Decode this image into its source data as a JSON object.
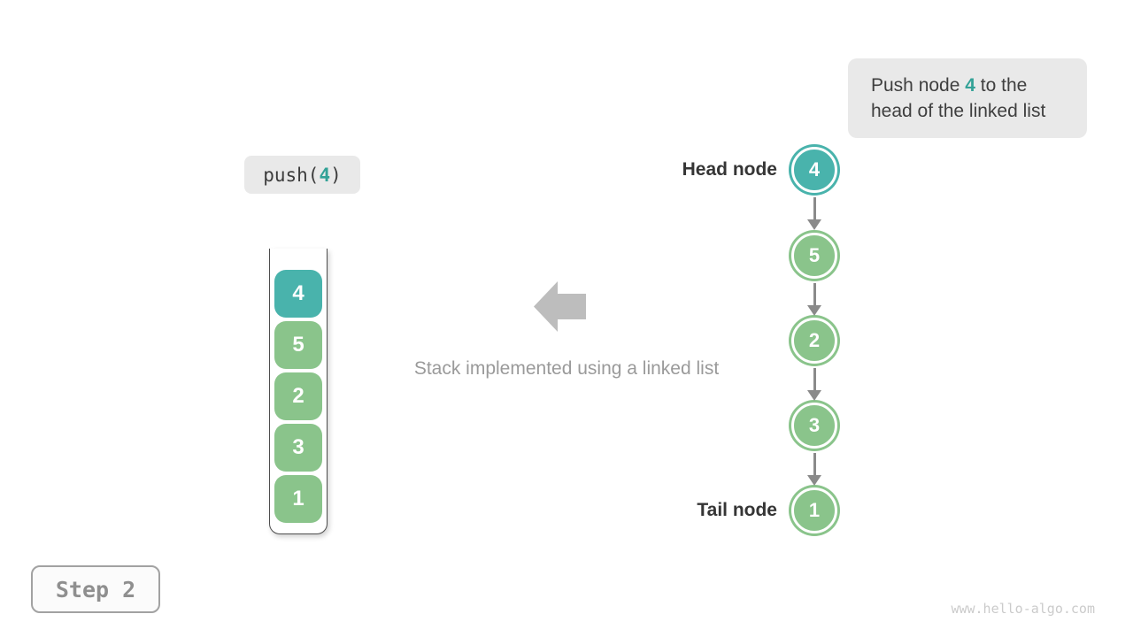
{
  "callout": {
    "text_before": "Push node ",
    "highlight": "4",
    "text_after": " to the head of the linked list"
  },
  "operation": {
    "prefix": "push(",
    "arg": "4",
    "suffix": ")"
  },
  "stack": {
    "items": [
      {
        "value": "4",
        "color": "#49b3ac"
      },
      {
        "value": "5",
        "color": "#8ac48b"
      },
      {
        "value": "2",
        "color": "#8ac48b"
      },
      {
        "value": "3",
        "color": "#8ac48b"
      },
      {
        "value": "1",
        "color": "#8ac48b"
      }
    ]
  },
  "caption": "Stack implemented using a linked list",
  "linked_list": {
    "head_label": "Head node",
    "tail_label": "Tail node",
    "nodes": [
      {
        "value": "4",
        "color": "#49b3ac"
      },
      {
        "value": "5",
        "color": "#8ac48b"
      },
      {
        "value": "2",
        "color": "#8ac48b"
      },
      {
        "value": "3",
        "color": "#8ac48b"
      },
      {
        "value": "1",
        "color": "#8ac48b"
      }
    ]
  },
  "step": {
    "label": "Step 2"
  },
  "footer": {
    "watermark": "www.hello-algo.com"
  },
  "icons": {
    "back_arrow": "left-block-arrow",
    "node_link": "down-arrow"
  },
  "colors": {
    "highlight_teal": "#49b3ac",
    "node_green": "#8ac48b",
    "accent_text_teal": "#33a297",
    "callout_bg": "#e9e9e9",
    "block_arrow_gray": "#bdbdbd",
    "connector_gray": "#8a8a8a",
    "muted_text_gray": "#9a9a9a"
  }
}
